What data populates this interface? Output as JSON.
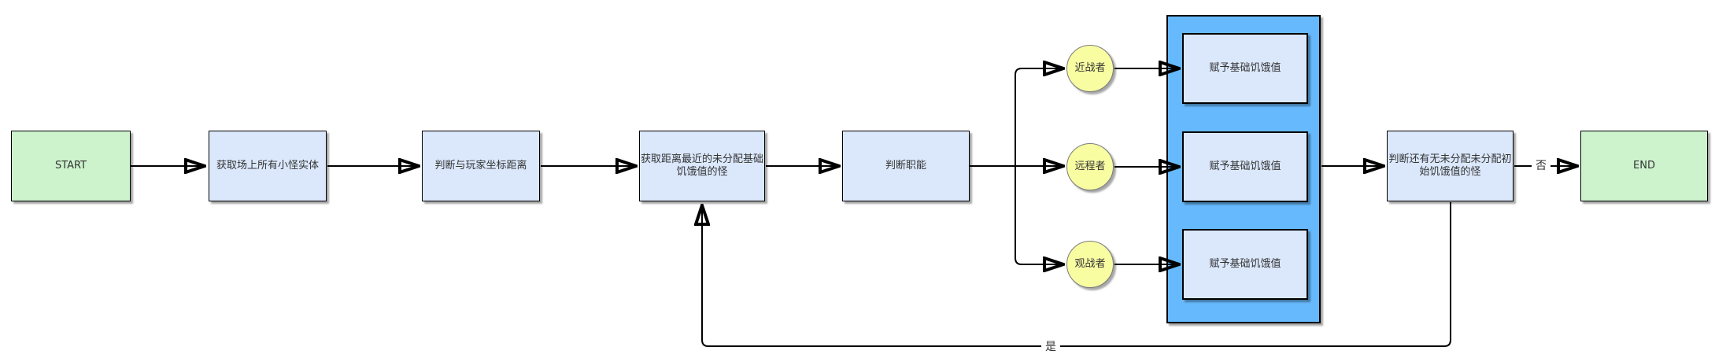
{
  "diagram": {
    "type": "flowchart",
    "colors": {
      "terminal_fill": "#cdf3cd",
      "process_fill": "#dbe8fc",
      "container_fill": "#66b9fc",
      "circle_fill": "#f8fda2",
      "line": "#000000"
    },
    "nodes": {
      "start": "START",
      "get_monsters": "获取场上所有小怪实体",
      "judge_player_distance": "判断与玩家坐标距离",
      "get_nearest_unassigned": "获取距离最近的未分配基础饥饿值的怪",
      "judge_role": "判断职能",
      "melee": "近战者",
      "ranged": "远程者",
      "spectator": "观战者",
      "assign_melee": "赋予基础饥饿值",
      "assign_ranged": "赋予基础饥饿值",
      "assign_spectator": "赋予基础饥饿值",
      "judge_remaining": "判断还有无未分配未分配初始饥饿值的怪",
      "end": "END"
    },
    "edge_labels": {
      "no": "否",
      "yes": "是"
    }
  }
}
